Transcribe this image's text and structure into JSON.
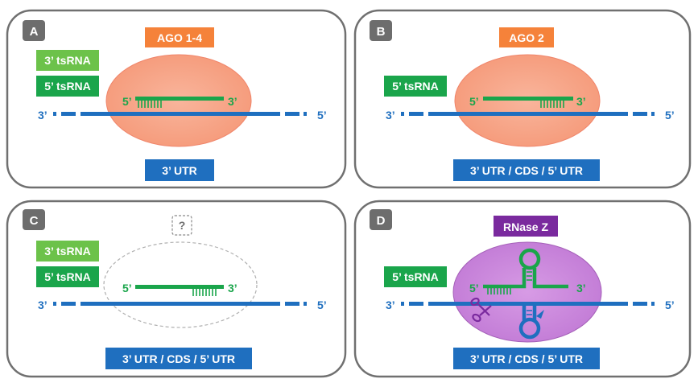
{
  "panels": [
    {
      "letter": "A",
      "enzyme": "AGO 1-4",
      "rnas": [
        "3’ tsRNA",
        "5’ tsRNA"
      ],
      "strand5": "5’",
      "strand3": "3’",
      "target3": "3’",
      "target5": "5’",
      "region": "3’ UTR"
    },
    {
      "letter": "B",
      "enzyme": "AGO 2",
      "rnas": [
        "5’ tsRNA"
      ],
      "strand5": "5’",
      "strand3": "3’",
      "target3": "3’",
      "target5": "5’",
      "region": "3’ UTR / CDS / 5’ UTR"
    },
    {
      "letter": "C",
      "enzyme": "?",
      "rnas": [
        "3’ tsRNA",
        "5’ tsRNA"
      ],
      "strand5": "5’",
      "strand3": "3’",
      "target3": "3’",
      "target5": "5’",
      "region": "3’ UTR / CDS / 5’ UTR"
    },
    {
      "letter": "D",
      "enzyme": "RNase Z",
      "rnas": [
        "5’ tsRNA"
      ],
      "strand5": "5’",
      "strand3": "3’",
      "target3": "3’",
      "target5": "5’",
      "region": "3’ UTR / CDS / 5’ UTR"
    }
  ],
  "colors": {
    "ago": "#f5823a",
    "ago_ellipse": "#f7a98a",
    "rnase": "#7a2a9e",
    "rnase_ellipse": "#c77ed8",
    "tsrna_light": "#6cc24a",
    "tsrna_dark": "#1aa54b",
    "mrna": "#1f6fbf",
    "panel_border": "#707070",
    "letter_bg": "#6d6d6d"
  }
}
